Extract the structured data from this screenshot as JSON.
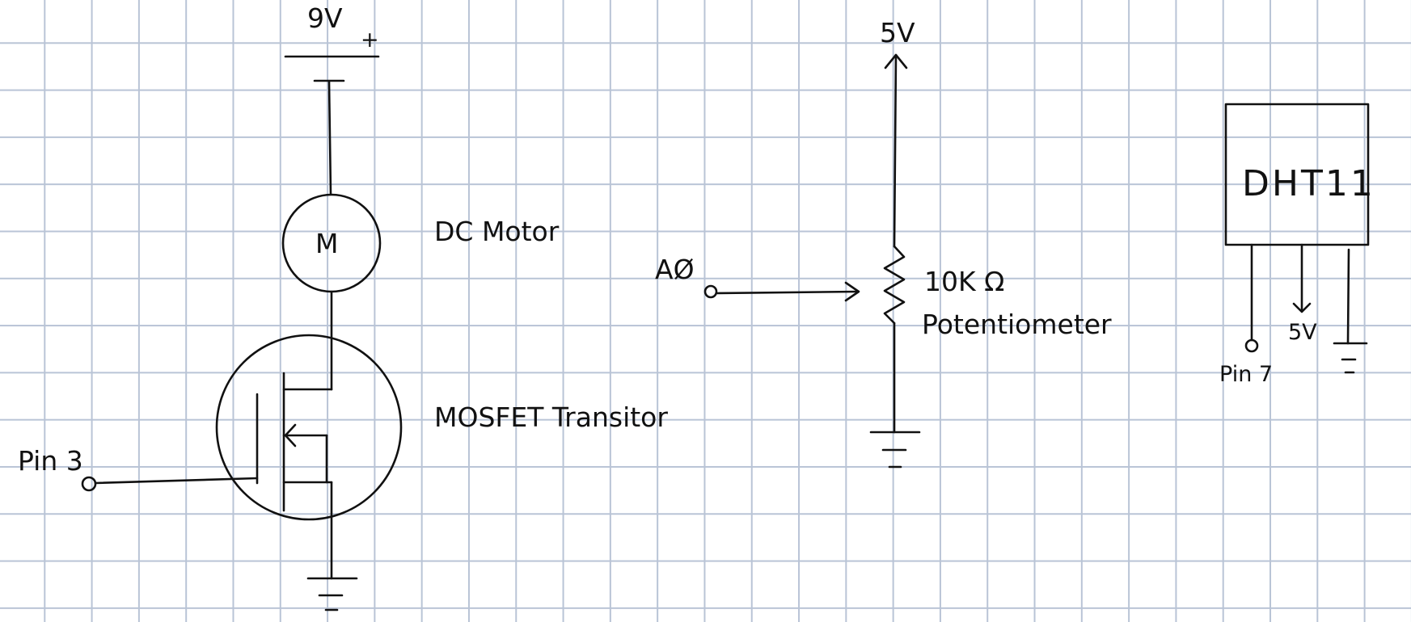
{
  "labels": {
    "supply_9v": "9V",
    "supply_plus": "+",
    "motor_symbol": "M",
    "motor_label": "DC Motor",
    "mosfet_label": "MOSFET Transitor",
    "pin3": "Pin 3",
    "supply_5v": "5V",
    "analog_pin": "AØ",
    "pot_value": "10K Ω",
    "pot_label": "Potentiometer",
    "chip_label": "DHT11",
    "chip_5v": "5V",
    "pin7": "Pin 7"
  },
  "colors": {
    "ink": "#111111",
    "grid": "#b9c4d6",
    "paper": "#ffffff"
  }
}
